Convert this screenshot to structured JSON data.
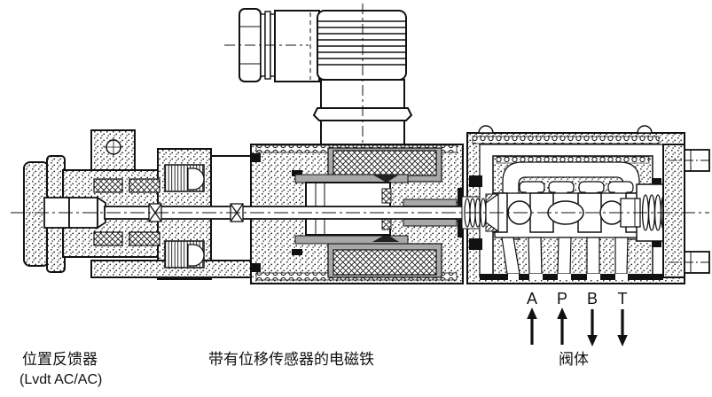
{
  "diagram": {
    "type": "engineering-cross-section",
    "captions": {
      "position_feedback": "位置反馈器",
      "position_feedback_sub": "(Lvdt AC/AC)",
      "solenoid": "带有位移传感器的电磁铁",
      "valve_body": "阀体"
    },
    "ports": [
      {
        "label": "A",
        "flow": "up"
      },
      {
        "label": "P",
        "flow": "up"
      },
      {
        "label": "B",
        "flow": "down"
      },
      {
        "label": "T",
        "flow": "down"
      }
    ],
    "colors": {
      "line": "#111111",
      "background": "#ffffff",
      "metal_gray": "#a8a8a8"
    }
  }
}
